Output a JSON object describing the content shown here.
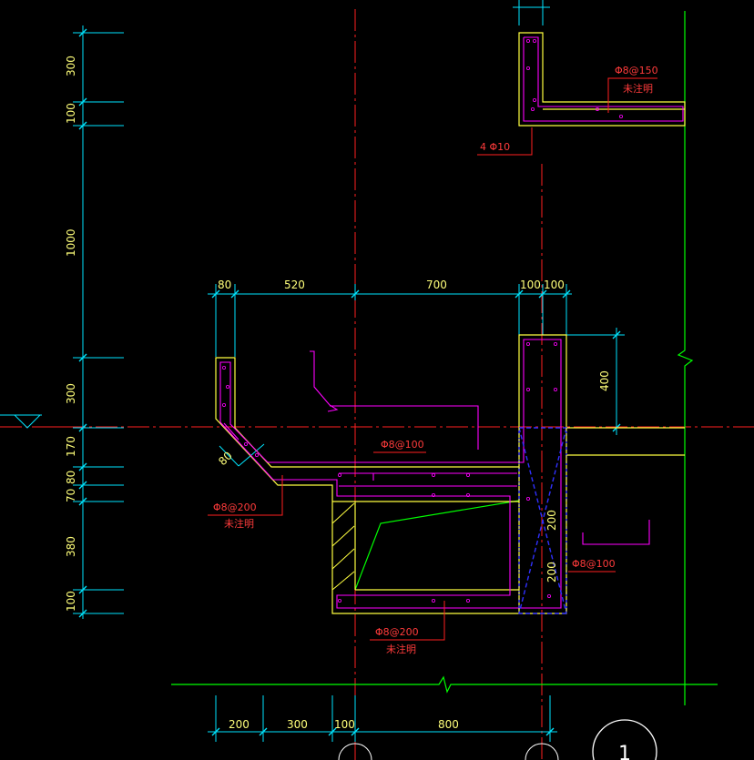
{
  "colors": {
    "background": "#000000",
    "cyan": "#00e5ff",
    "yellow": "#ffff40",
    "red": "#ff2020",
    "magenta": "#ff00ff",
    "green": "#00ff00",
    "blue": "#3030ff",
    "white": "#ffffff"
  },
  "left_dims": [
    "300",
    "100",
    "1000",
    "300",
    "170",
    "80",
    "70",
    "380",
    "100"
  ],
  "top_dims": [
    "80",
    "520",
    "700",
    "100",
    "100"
  ],
  "bottom_dims": [
    "200",
    "300",
    "100",
    "800"
  ],
  "right_dims": [
    "400",
    "200",
    "200"
  ],
  "bevel_dim": "80",
  "notes": {
    "n1": "Φ8@150",
    "n1_sub": "未注明",
    "n2": "4 Φ10",
    "n3": "Φ8@100",
    "n4": "Φ8@200",
    "n4_sub": "未注明",
    "n5": "Φ8@100",
    "n6": "Φ8@200",
    "n6_sub": "未注明"
  },
  "axis_label": "1"
}
